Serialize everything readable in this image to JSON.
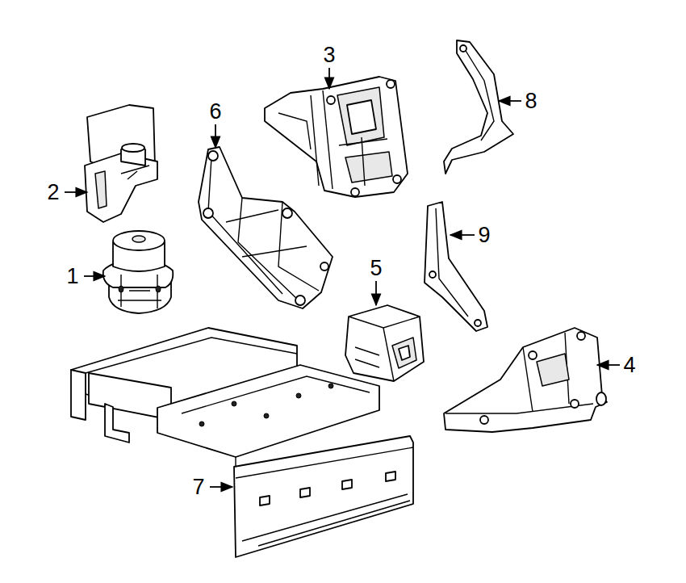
{
  "diagram": {
    "labels": [
      "3",
      "8",
      "6",
      "2",
      "9",
      "5",
      "1",
      "4",
      "7"
    ]
  }
}
